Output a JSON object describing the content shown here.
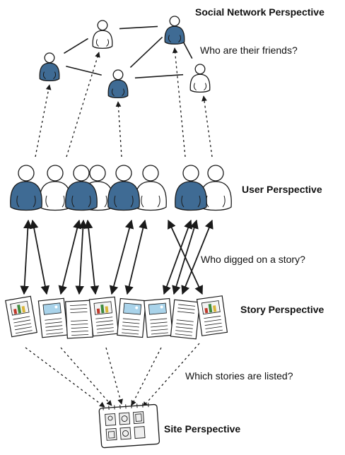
{
  "labels": {
    "social": "Social Network Perspective",
    "friends_q": "Who are their friends?",
    "user": "User Perspective",
    "digg_q": "Who digged on a story?",
    "story": "Story Perspective",
    "listed_q": "Which stories are listed?",
    "site": "Site Perspective"
  },
  "colors": {
    "user_fill": "#3f6b94",
    "user_empty": "#ffffff",
    "stroke": "#1a1a1a",
    "chart_red": "#c0392b",
    "chart_green": "#3d8a3d",
    "chart_yellow": "#d9b43a",
    "picture_blue": "#a9d3ea"
  },
  "social_network": {
    "people": [
      {
        "id": "p1",
        "filled": true
      },
      {
        "id": "p2",
        "filled": false
      },
      {
        "id": "p3",
        "filled": true
      },
      {
        "id": "p4",
        "filled": true
      },
      {
        "id": "p5",
        "filled": false
      }
    ],
    "friendships": [
      [
        "p1",
        "p2"
      ],
      [
        "p2",
        "p3"
      ],
      [
        "p1",
        "p4"
      ],
      [
        "p3",
        "p4"
      ],
      [
        "p4",
        "p5"
      ],
      [
        "p3",
        "p5"
      ]
    ]
  },
  "users": [
    {
      "id": "u1",
      "filled": true
    },
    {
      "id": "u2",
      "filled": false
    },
    {
      "id": "u3",
      "filled": true
    },
    {
      "id": "u4",
      "filled": false
    },
    {
      "id": "u5",
      "filled": true
    },
    {
      "id": "u6",
      "filled": false
    },
    {
      "id": "u7",
      "filled": true
    },
    {
      "id": "u8",
      "filled": false
    }
  ],
  "stories": [
    {
      "id": "s1",
      "kind": "chart"
    },
    {
      "id": "s2",
      "kind": "picture"
    },
    {
      "id": "s3",
      "kind": "text"
    },
    {
      "id": "s4",
      "kind": "chart"
    },
    {
      "id": "s5",
      "kind": "picture"
    },
    {
      "id": "s6",
      "kind": "picture"
    },
    {
      "id": "s7",
      "kind": "text"
    },
    {
      "id": "s8",
      "kind": "chart"
    }
  ]
}
